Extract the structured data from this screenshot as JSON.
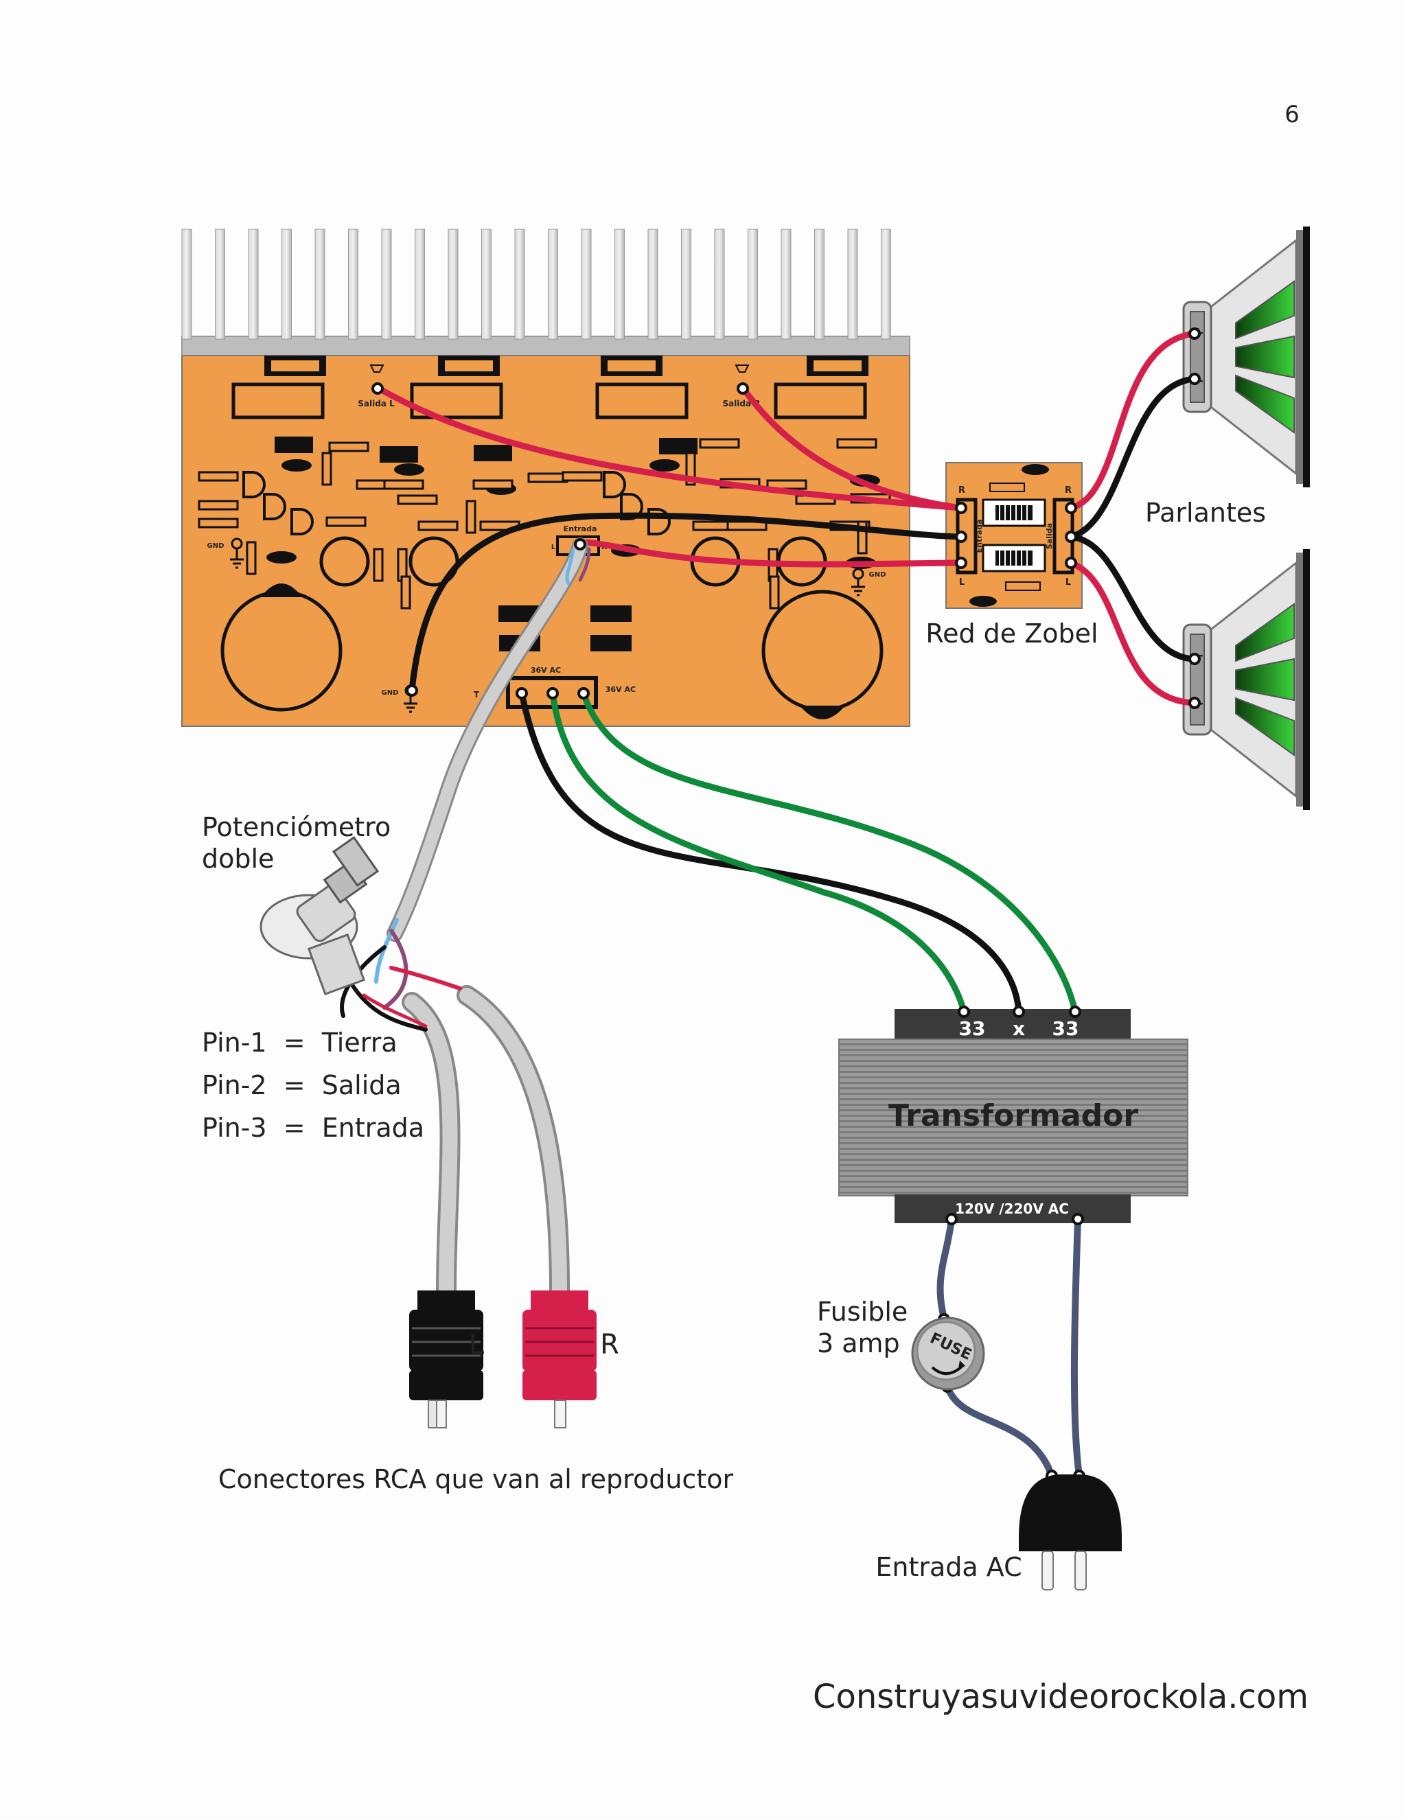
{
  "page": {
    "number": "6",
    "footer": "Construyasuvideorockola.com"
  },
  "amplifier_board": {
    "output_left": "Salida L",
    "output_right": "Salida R",
    "input": "Entrada",
    "input_l": "L",
    "input_r": "R",
    "gnd": "GND",
    "power_label_left": "36V AC",
    "power_label_right": "36V AC",
    "terminal_t": "T"
  },
  "zobel": {
    "label": "Red de Zobel",
    "input": "Entrada",
    "output": "Salida",
    "r": "R",
    "l": "L"
  },
  "speakers": {
    "label": "Parlantes",
    "plus": "+",
    "minus": "−"
  },
  "potentiometer": {
    "title_line1": "Potenciómetro",
    "title_line2": "doble",
    "pins": [
      "Pin-1  =  Tierra",
      "Pin-2  =  Salida",
      "Pin-3  =  Entrada"
    ]
  },
  "rca": {
    "left": "L",
    "right": "R",
    "caption": "Conectores RCA que van al reproductor"
  },
  "transformer": {
    "label": "Transformador",
    "sec_left": "33",
    "sec_center": "x",
    "sec_right": "33",
    "primary": "120V /220V AC"
  },
  "fuse": {
    "label_line1": "Fusible",
    "label_line2": "3 amp",
    "body_text": "FUSE"
  },
  "ac_plug": {
    "label": "Entrada AC"
  },
  "colors": {
    "board": "#ef9d4a",
    "heatsink": "#c9c9c9",
    "wire_red": "#d4204a",
    "wire_black": "#111111",
    "wire_green": "#0f8a3a",
    "wire_ac": "#4a5678",
    "speaker_cone": "#28b023"
  }
}
